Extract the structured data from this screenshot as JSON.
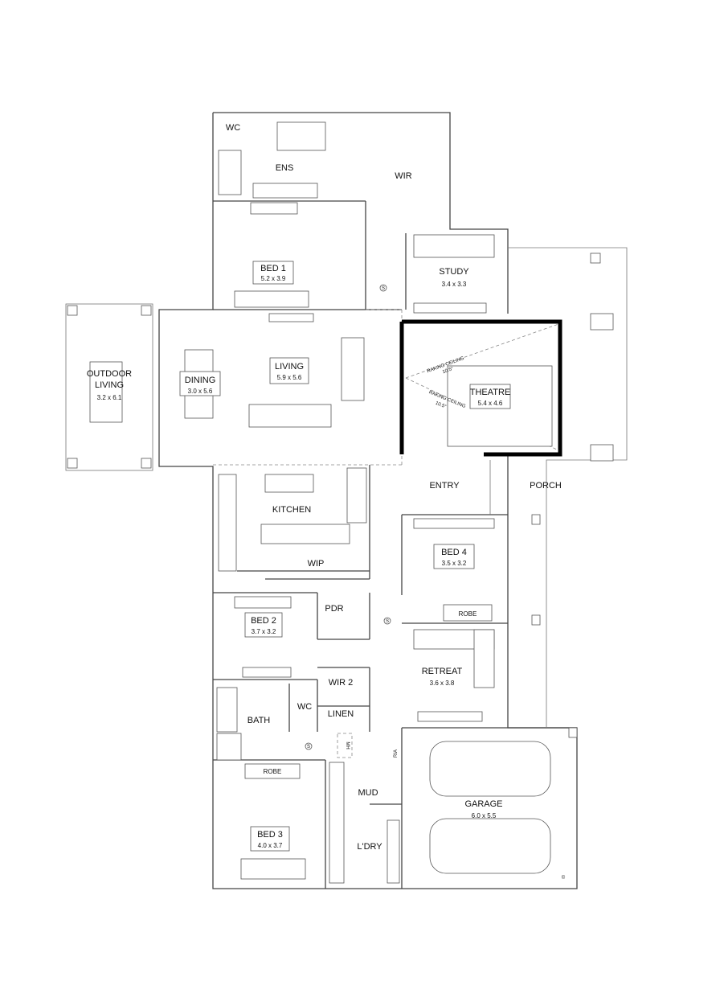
{
  "rooms": {
    "wc1": {
      "name": "WC"
    },
    "ens": {
      "name": "ENS"
    },
    "wir": {
      "name": "WIR"
    },
    "bed1": {
      "name": "BED 1",
      "dims": "5.2 x 3.9"
    },
    "study": {
      "name": "STUDY",
      "dims": "3.4 x 3.3"
    },
    "outdoor": {
      "name": "OUTDOOR",
      "name2": "LIVING",
      "dims": "3.2 x 6.1"
    },
    "dining": {
      "name": "DINING",
      "dims": "3.0 x 5.6"
    },
    "living": {
      "name": "LIVING",
      "dims": "5.9 x 5.6"
    },
    "theatre": {
      "name": "THEATRE",
      "dims": "5.4 x 4.6"
    },
    "kitchen": {
      "name": "KITCHEN"
    },
    "entry": {
      "name": "ENTRY"
    },
    "porch": {
      "name": "PORCH"
    },
    "wip": {
      "name": "WIP"
    },
    "bed4": {
      "name": "BED 4",
      "dims": "3.5 x 3.2"
    },
    "bed2": {
      "name": "BED 2",
      "dims": "3.7 x 3.2"
    },
    "pdr": {
      "name": "PDR"
    },
    "retreat": {
      "name": "RETREAT",
      "dims": "3.6 x 3.8"
    },
    "wir2": {
      "name": "WIR 2"
    },
    "bath": {
      "name": "BATH"
    },
    "wc2": {
      "name": "WC"
    },
    "linen": {
      "name": "LINEN"
    },
    "mud": {
      "name": "MUD"
    },
    "garage": {
      "name": "GARAGE",
      "dims": "6.0 x 5.5"
    },
    "bed3": {
      "name": "BED 3",
      "dims": "4.0 x 3.7"
    },
    "laundry": {
      "name": "L'DRY"
    }
  },
  "labels": {
    "robe": "ROBE",
    "smoke": "S",
    "manhole": "MH",
    "ria": "RIA",
    "raking": "RAKING CEILING",
    "pitch": "10.5°",
    "copyright": "©"
  }
}
